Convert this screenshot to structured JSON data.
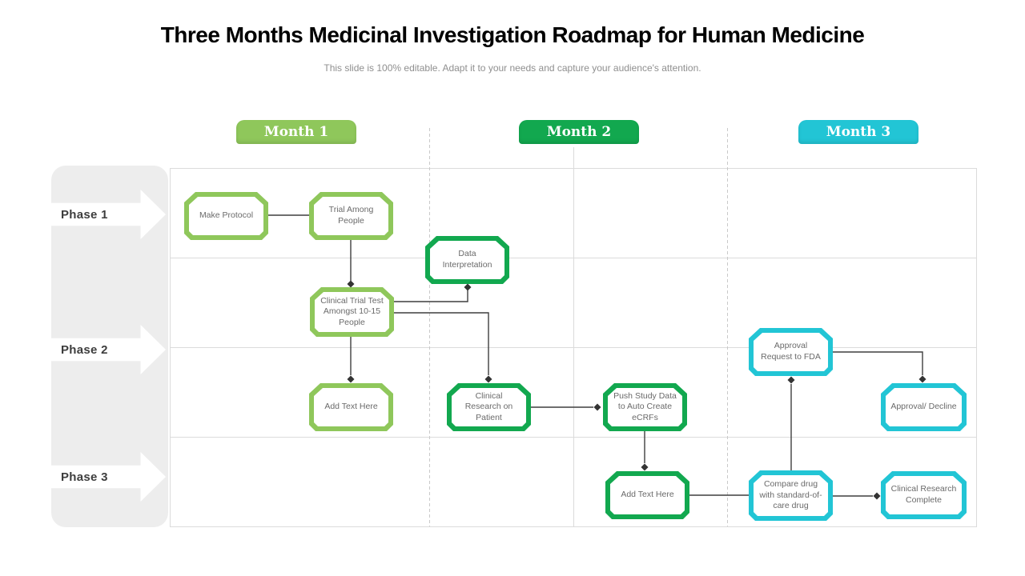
{
  "header": {
    "title": "Three Months Medicinal Investigation Roadmap for Human Medicine",
    "subtitle": "This slide is 100% editable. Adapt it to your needs and capture your audience's attention."
  },
  "timeline": {
    "months": [
      {
        "label": "Month 1",
        "color": "#8FC75B"
      },
      {
        "label": "Month 2",
        "color": "#12A84F"
      },
      {
        "label": "Month 3",
        "color": "#22C5D5"
      }
    ]
  },
  "phases": [
    {
      "label": "Phase 1"
    },
    {
      "label": "Phase 2"
    },
    {
      "label": "Phase 3"
    }
  ],
  "nodes": {
    "make_protocol": {
      "label": "Make Protocol",
      "style": "light-green"
    },
    "trial_among_people": {
      "label": "Trial Among People",
      "style": "light-green"
    },
    "data_interpretation": {
      "label": "Data Interpretation",
      "style": "green"
    },
    "clinical_trial_test": {
      "label": "Clinical Trial Test Amongst 10-15 People",
      "style": "light-green"
    },
    "approval_request": {
      "label": "Approval Request to FDA",
      "style": "cyan"
    },
    "add_text_1": {
      "label": "Add Text Here",
      "style": "light-green"
    },
    "clinical_research_patient": {
      "label": "Clinical Research on Patient",
      "style": "green"
    },
    "push_study_data": {
      "label": "Push Study Data to Auto Create eCRFs",
      "style": "green"
    },
    "approval_decline": {
      "label": "Approval/ Decline",
      "style": "cyan"
    },
    "add_text_2": {
      "label": "Add Text Here",
      "style": "green"
    },
    "compare_drug": {
      "label": "Compare drug with standard-of-care drug",
      "style": "cyan"
    },
    "clinical_research_complete": {
      "label": "Clinical Research Complete",
      "style": "cyan"
    }
  },
  "edges": [
    {
      "from": "make_protocol",
      "to": "trial_among_people",
      "arrowhead": false
    },
    {
      "from": "trial_among_people",
      "to": "clinical_trial_test",
      "arrowhead": true
    },
    {
      "from": "clinical_trial_test",
      "to": "data_interpretation",
      "arrowhead": true
    },
    {
      "from": "clinical_trial_test",
      "to": "clinical_research_patient",
      "arrowhead": true
    },
    {
      "from": "clinical_trial_test",
      "to": "add_text_1",
      "arrowhead": true
    },
    {
      "from": "clinical_research_patient",
      "to": "push_study_data",
      "arrowhead": true
    },
    {
      "from": "push_study_data",
      "to": "add_text_2",
      "arrowhead": true
    },
    {
      "from": "add_text_2",
      "to": "compare_drug",
      "arrowhead": false
    },
    {
      "from": "compare_drug",
      "to": "approval_request",
      "arrowhead": true
    },
    {
      "from": "approval_request",
      "to": "approval_decline",
      "arrowhead": true
    },
    {
      "from": "compare_drug",
      "to": "clinical_research_complete",
      "arrowhead": true
    }
  ],
  "colors": {
    "light_green": "#8FC75B",
    "green": "#12A84F",
    "cyan": "#22C5D5",
    "rail_gray": "#EDEDED",
    "grid_line": "#DBDBDB",
    "connector": "#3F3F3F"
  }
}
